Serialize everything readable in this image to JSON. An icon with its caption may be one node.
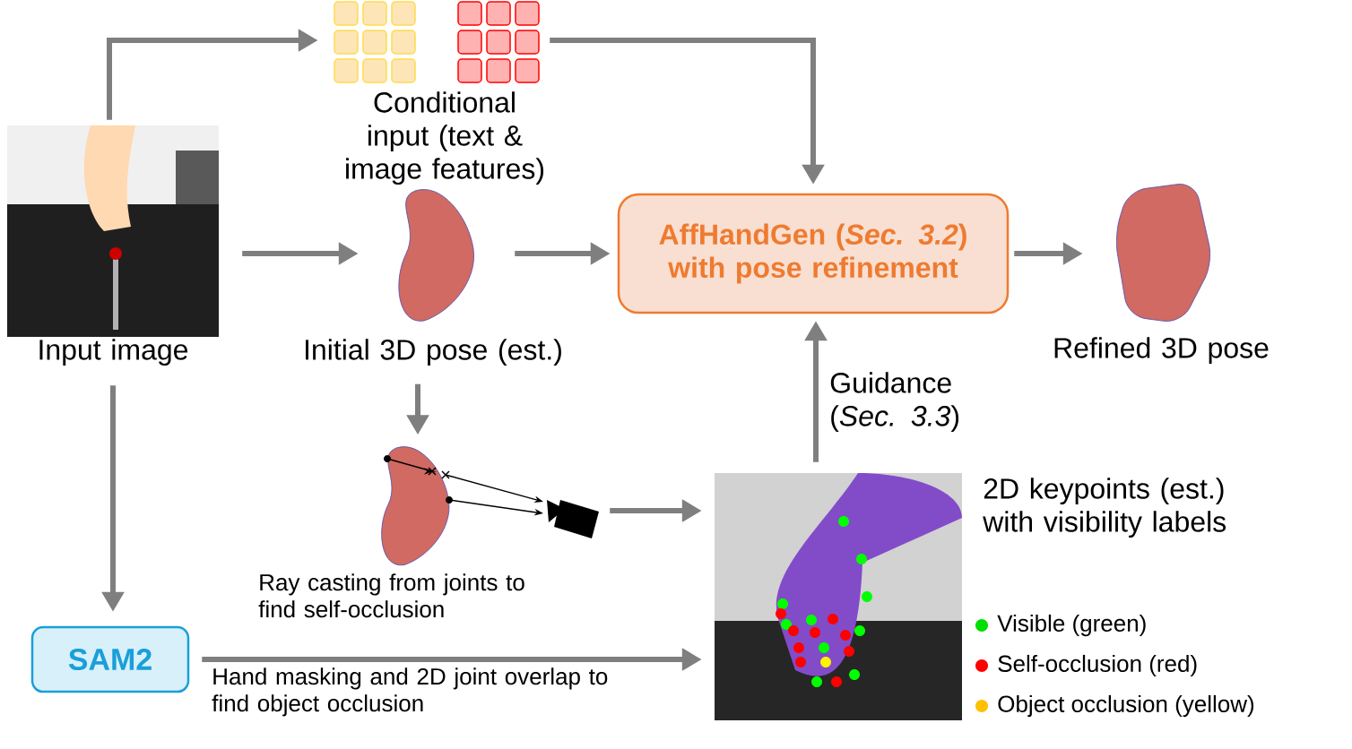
{
  "diagram": {
    "nodes": [
      {
        "text": [
          "Input image"
        ]
      },
      {
        "text": [
          "Conditional input (text & image features)"
        ]
      },
      {
        "text": [
          "Initial 3D pose (est.)"
        ]
      },
      {
        "text": [
          "AffHandGen (*Sec. 3.2*) with pose refinement"
        ]
      },
      {
        "text": [
          "Refined 3D pose"
        ]
      },
      {
        "text": [
          "Ray casting from joints to find self-occlusion"
        ]
      },
      {
        "text": [
          "SAM2"
        ]
      },
      {
        "text": [
          "2D keypoints (est.) with visibility labels"
        ]
      }
    ],
    "edges": [
      {
        "from": 0,
        "to": 1,
        "arrow": "to"
      },
      {
        "from": 1,
        "to": 3,
        "arrow": "to"
      },
      {
        "from": 0,
        "to": 2,
        "arrow": "to"
      },
      {
        "from": 2,
        "to": 3,
        "arrow": "to"
      },
      {
        "from": 3,
        "to": 4,
        "arrow": "to"
      },
      {
        "from": 2,
        "to": 5,
        "arrow": "to"
      },
      {
        "from": 5,
        "to": 7,
        "arrow": "to"
      },
      {
        "from": 0,
        "to": 6,
        "arrow": "to"
      },
      {
        "from": 6,
        "to": 7,
        "arrow": "to",
        "label": "Hand masking and 2D joint overlap to find object occlusion"
      },
      {
        "from": 7,
        "to": 3,
        "arrow": "to",
        "label": "Guidance (*Sec. 3.3*)"
      }
    ],
    "legend": [
      {
        "text": "Visible (green)",
        "color": "#00e000"
      },
      {
        "text": "Self-occlusion (red)",
        "color": "#ff0000"
      },
      {
        "text": "Object occlusion (yellow)",
        "color": "#ffc000"
      }
    ]
  }
}
